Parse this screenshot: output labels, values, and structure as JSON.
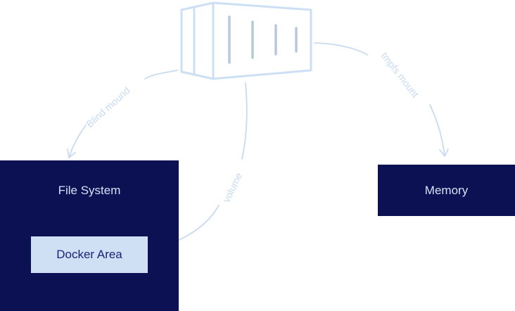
{
  "diagram": {
    "nodes": {
      "container": {
        "label": "",
        "icon": "container-icon"
      },
      "file_system": {
        "label": "File System"
      },
      "docker_area": {
        "label": "Docker Area"
      },
      "memory": {
        "label": "Memory"
      }
    },
    "edges": [
      {
        "from": "container",
        "to": "file_system",
        "label": "Blind mound"
      },
      {
        "from": "container",
        "to": "docker_area",
        "label": "volume"
      },
      {
        "from": "container",
        "to": "memory",
        "label": "tmpfs mount"
      }
    ],
    "colors": {
      "box_fill": "#0b1153",
      "box_text": "#d4e2f6",
      "inner_fill": "#cfe0f5",
      "inner_text": "#1a2477",
      "line": "#c8dbf2",
      "container_stroke": "#cddff4",
      "container_bars": "#b8c8dc"
    }
  }
}
